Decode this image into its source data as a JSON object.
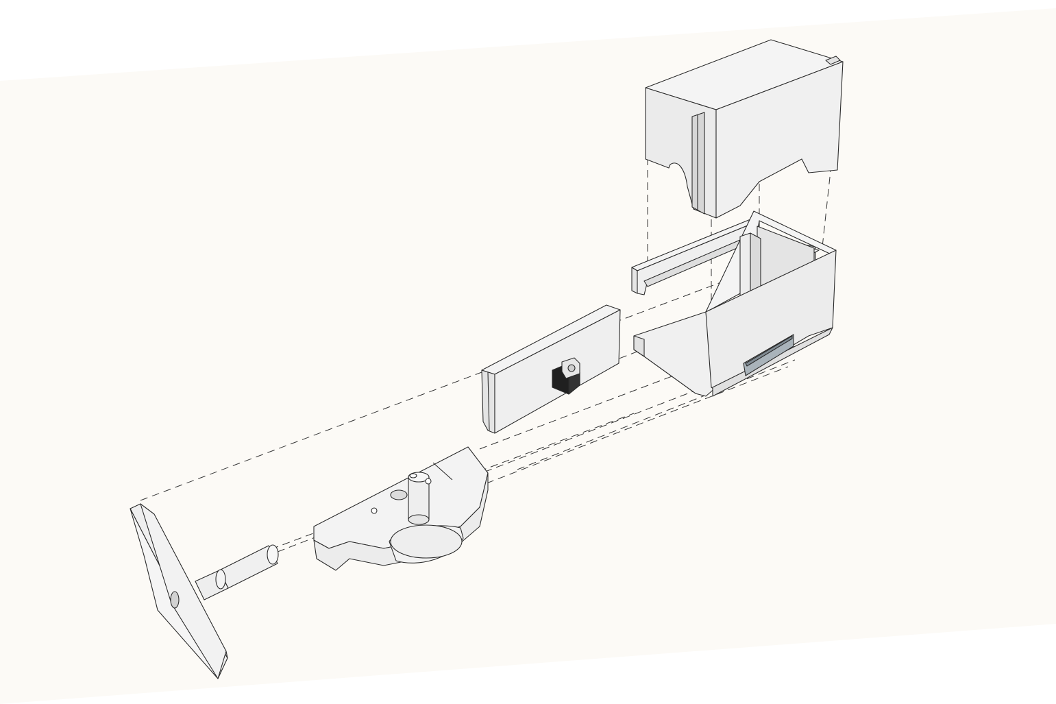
{
  "colors": {
    "ground": "#fcfaf6",
    "background": "#ffffff",
    "face_top": "#f2f2f2",
    "face_front": "#ebebeb",
    "face_side": "#dcdcdc",
    "face_dark": "#c9c9c9",
    "switch_black": "#202020",
    "connector_gray": "#a9b3ba",
    "edge": "#2a2a2a"
  },
  "parts": [
    {
      "id": "top-cover",
      "icon": "housing-lid"
    },
    {
      "id": "lid-rail",
      "icon": "u-channel"
    },
    {
      "id": "base-housing",
      "icon": "housing-box"
    },
    {
      "id": "circuit-board",
      "icon": "pcb-with-switch"
    },
    {
      "id": "cam-arm",
      "icon": "arm-with-pin"
    },
    {
      "id": "shaft",
      "icon": "cylinder-shaft"
    },
    {
      "id": "mounting-plate",
      "icon": "flange-plate"
    }
  ]
}
